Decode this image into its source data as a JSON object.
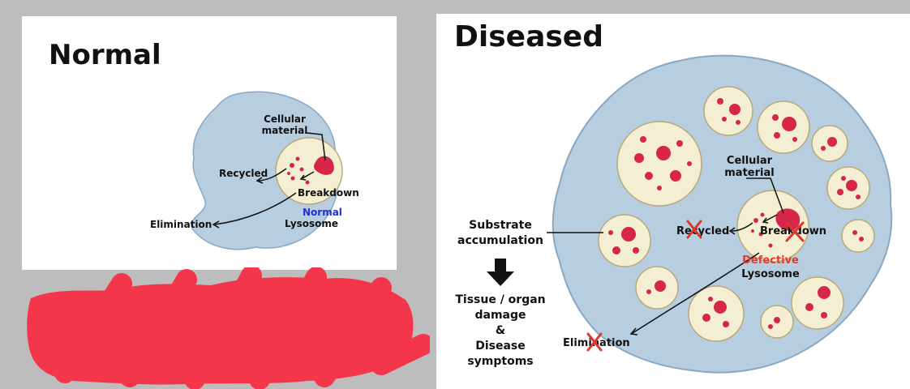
{
  "normal": {
    "title": "Normal",
    "labels": {
      "cellular_material": [
        "Cellular",
        "material"
      ],
      "recycled": "Recycled",
      "breakdown": "Breakdown",
      "elimination": "Elimination",
      "lysosome_state": "Normal",
      "lysosome": "Lysosome"
    }
  },
  "diseased": {
    "title": "Diseased",
    "labels": {
      "cellular_material": [
        "Cellular",
        "material"
      ],
      "recycled": "Recycled",
      "breakdown": "Breakdown",
      "elimination": "Elimination",
      "lysosome_state": "Defective",
      "lysosome": "Lysosome",
      "substrate": [
        "Substrate",
        "accumulation"
      ],
      "consequence": [
        "Tissue / organ",
        "damage",
        "&",
        "Disease",
        "symptoms"
      ]
    }
  },
  "colors": {
    "cell_fill": "#b7cde0",
    "cell_edge": "#8aa8c4",
    "vesicle_fill": "#f4efd2",
    "vesicle_edge": "#b9a97a",
    "substrate": "#d6264a",
    "normal_label": "#1f2fd6",
    "defective_label": "#e33b2a",
    "cross_mark": "#e0352b",
    "scribble": "#f4364a"
  }
}
